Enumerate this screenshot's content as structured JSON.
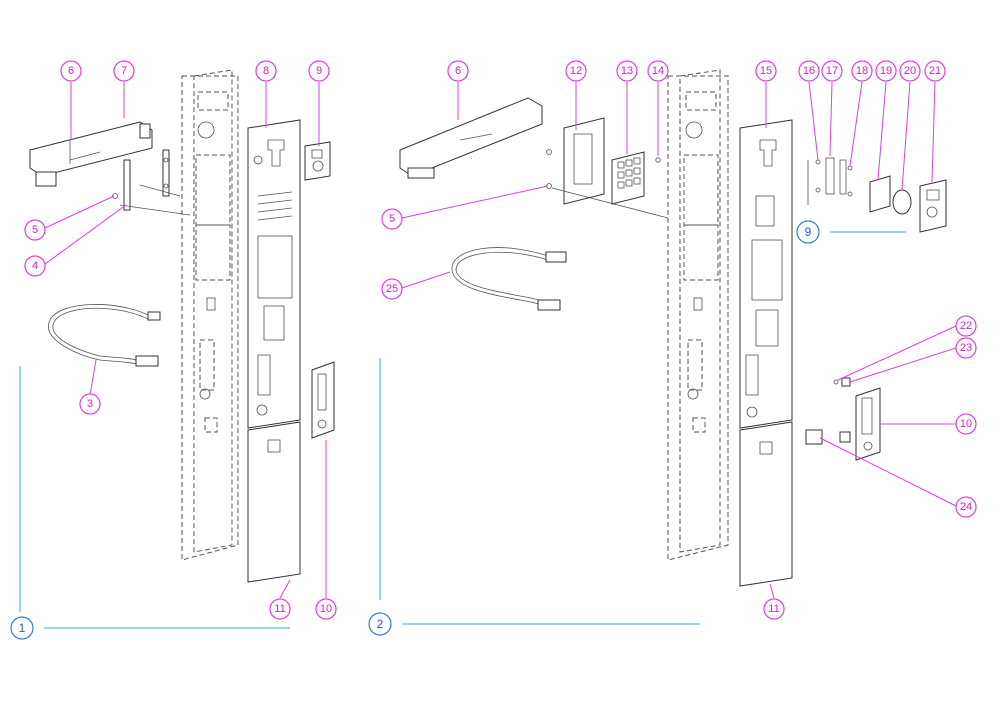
{
  "diagram": {
    "views": [
      "1",
      "2",
      "9"
    ],
    "callouts_view1": [
      "6",
      "7",
      "8",
      "9",
      "5",
      "4",
      "3",
      "11",
      "10"
    ],
    "callouts_view2": [
      "6",
      "12",
      "13",
      "14",
      "15",
      "5",
      "25",
      "11"
    ],
    "callouts_detail": [
      "16",
      "17",
      "18",
      "19",
      "20",
      "21",
      "22",
      "23",
      "10",
      "24"
    ]
  }
}
